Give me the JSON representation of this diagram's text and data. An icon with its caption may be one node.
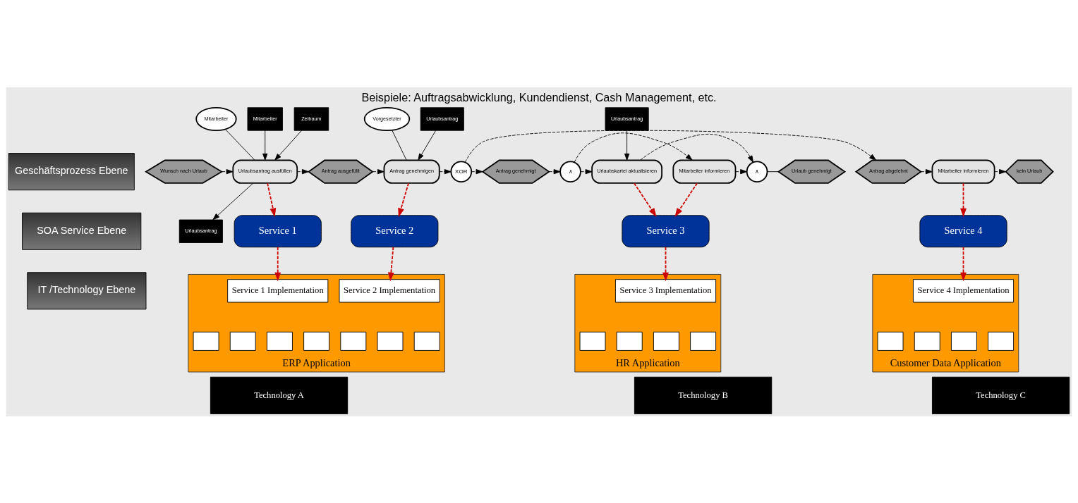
{
  "diagram": {
    "title": "Beispiele: Auftragsabwicklung, Kundendienst, Cash Management, etc.",
    "nodes": [
      {
        "text": [
          "Geschäftsprozess Ebene"
        ]
      },
      {
        "text": [
          "SOA Service Ebene"
        ]
      },
      {
        "text": [
          "IT /Technology Ebene"
        ]
      },
      {
        "text": [
          "Mitarbeiter"
        ]
      },
      {
        "text": [
          "Vorgesetzter"
        ]
      },
      {
        "text": [
          "Wunsch nach Urlaub"
        ]
      },
      {
        "text": [
          "Urlaubsantrag ausfüllen"
        ]
      },
      {
        "text": [
          "Antrag ausgefüllt"
        ]
      },
      {
        "text": [
          "Antrag genehmigen"
        ]
      },
      {
        "text": [
          "XOR"
        ]
      },
      {
        "text": [
          "Antrag abgelehnt"
        ]
      },
      {
        "text": [
          "Mitarbeiter informieren"
        ]
      },
      {
        "text": [
          "kein Urlaub"
        ]
      },
      {
        "text": [
          "Mitarbeiter informieren"
        ]
      },
      {
        "text": [
          "Antrag genehmigt"
        ]
      },
      {
        "text": [
          "∧"
        ]
      },
      {
        "text": [
          "∧"
        ]
      },
      {
        "text": [
          "Urlaub genehmigt"
        ]
      },
      {
        "text": [
          "Urlaubskartei aktualisieren"
        ]
      },
      {
        "text": [
          "Mitarbeiter"
        ]
      },
      {
        "text": [
          "Zeitraum"
        ]
      },
      {
        "text": [
          "Urlaubsantrag"
        ]
      },
      {
        "text": [
          "Urlaubsantrag"
        ]
      },
      {
        "text": [
          "Urlaubsantrag"
        ]
      },
      {
        "text": [
          "Service 1"
        ]
      },
      {
        "text": [
          "Service 2"
        ]
      },
      {
        "text": [
          "Service 3"
        ]
      },
      {
        "text": [
          "Service 4"
        ]
      },
      {
        "text": [
          "ERP Application"
        ]
      },
      {
        "text": [
          "Service 1 Implementation"
        ],
        "in": 28
      },
      {
        "text": [
          "Service 2 Implementation"
        ],
        "in": 28
      },
      {
        "text": [],
        "shape": "box",
        "in": 28
      },
      {
        "text": [],
        "shape": "box",
        "in": 28
      },
      {
        "text": [],
        "shape": "box",
        "in": 28
      },
      {
        "text": [],
        "shape": "box",
        "in": 28
      },
      {
        "text": [],
        "shape": "box",
        "in": 28
      },
      {
        "text": [],
        "shape": "box",
        "in": 28
      },
      {
        "text": [],
        "shape": "box",
        "in": 28
      },
      {
        "text": [
          "Technology A"
        ]
      },
      {
        "text": [
          "HR Application"
        ]
      },
      {
        "text": [
          "Service 3 Implementation"
        ],
        "in": 39
      },
      {
        "text": [],
        "shape": "box",
        "in": 39
      },
      {
        "text": [],
        "shape": "box",
        "in": 39
      },
      {
        "text": [],
        "shape": "box",
        "in": 39
      },
      {
        "text": [],
        "shape": "box",
        "in": 39
      },
      {
        "text": [
          "Technology B"
        ]
      },
      {
        "text": [
          "Customer Data Application"
        ]
      },
      {
        "text": [
          "Service 4 Implementation"
        ],
        "in": 46
      },
      {
        "text": [],
        "shape": "box",
        "in": 46
      },
      {
        "text": [],
        "shape": "box",
        "in": 46
      },
      {
        "text": [],
        "shape": "box",
        "in": 46
      },
      {
        "text": [],
        "shape": "box",
        "in": 46
      },
      {
        "text": [
          "Technology C"
        ]
      }
    ],
    "edges": [
      {
        "from": 5,
        "to": 6,
        "arrow": "to",
        "style": "dashed"
      },
      {
        "from": 6,
        "to": 7,
        "arrow": "to",
        "style": "dashed"
      },
      {
        "from": 7,
        "to": 8,
        "arrow": "to",
        "style": "dashed"
      },
      {
        "from": 8,
        "to": 9,
        "arrow": "to",
        "style": "dashed"
      },
      {
        "from": 9,
        "to": 10,
        "arrow": "to",
        "style": "dashed"
      },
      {
        "from": 9,
        "to": 14,
        "arrow": "to",
        "style": "dashed"
      },
      {
        "from": 10,
        "to": 11,
        "arrow": "to",
        "style": "dashed"
      },
      {
        "from": 11,
        "to": 12,
        "arrow": "to",
        "style": "dashed"
      },
      {
        "from": 14,
        "to": 15,
        "arrow": "to",
        "style": "dashed"
      },
      {
        "from": 15,
        "to": 13,
        "arrow": "to",
        "style": "dashed"
      },
      {
        "from": 15,
        "to": 18,
        "arrow": "to",
        "style": "dashed"
      },
      {
        "from": 13,
        "to": 16,
        "arrow": "to",
        "style": "dashed"
      },
      {
        "from": 18,
        "to": 16,
        "arrow": "to",
        "style": "dashed"
      },
      {
        "from": 16,
        "to": 17,
        "arrow": "none"
      },
      {
        "from": 3,
        "to": 6,
        "arrow": "none"
      },
      {
        "from": 4,
        "to": 8,
        "arrow": "none"
      },
      {
        "from": 19,
        "to": 6,
        "arrow": "to"
      },
      {
        "from": 20,
        "to": 6,
        "arrow": "to"
      },
      {
        "from": 6,
        "to": 21,
        "arrow": "to"
      },
      {
        "from": 22,
        "to": 8,
        "arrow": "to"
      },
      {
        "from": 23,
        "to": 18,
        "arrow": "to"
      },
      {
        "from": 6,
        "to": 24,
        "arrow": "to",
        "style": "dashed",
        "color": "#cc0000"
      },
      {
        "from": 8,
        "to": 25,
        "arrow": "to",
        "style": "dashed",
        "color": "#cc0000"
      },
      {
        "from": 13,
        "to": 26,
        "arrow": "to",
        "style": "dashed",
        "color": "#cc0000"
      },
      {
        "from": 18,
        "to": 26,
        "arrow": "to",
        "style": "dashed",
        "color": "#cc0000"
      },
      {
        "from": 11,
        "to": 27,
        "arrow": "to",
        "style": "dashed",
        "color": "#cc0000"
      },
      {
        "from": 24,
        "to": 29,
        "arrow": "to",
        "style": "dashed",
        "color": "#cc0000"
      },
      {
        "from": 25,
        "to": 30,
        "arrow": "to",
        "style": "dashed",
        "color": "#cc0000"
      },
      {
        "from": 26,
        "to": 40,
        "arrow": "to",
        "style": "dashed",
        "color": "#cc0000"
      },
      {
        "from": 27,
        "to": 47,
        "arrow": "to",
        "style": "dashed",
        "color": "#cc0000"
      }
    ]
  }
}
